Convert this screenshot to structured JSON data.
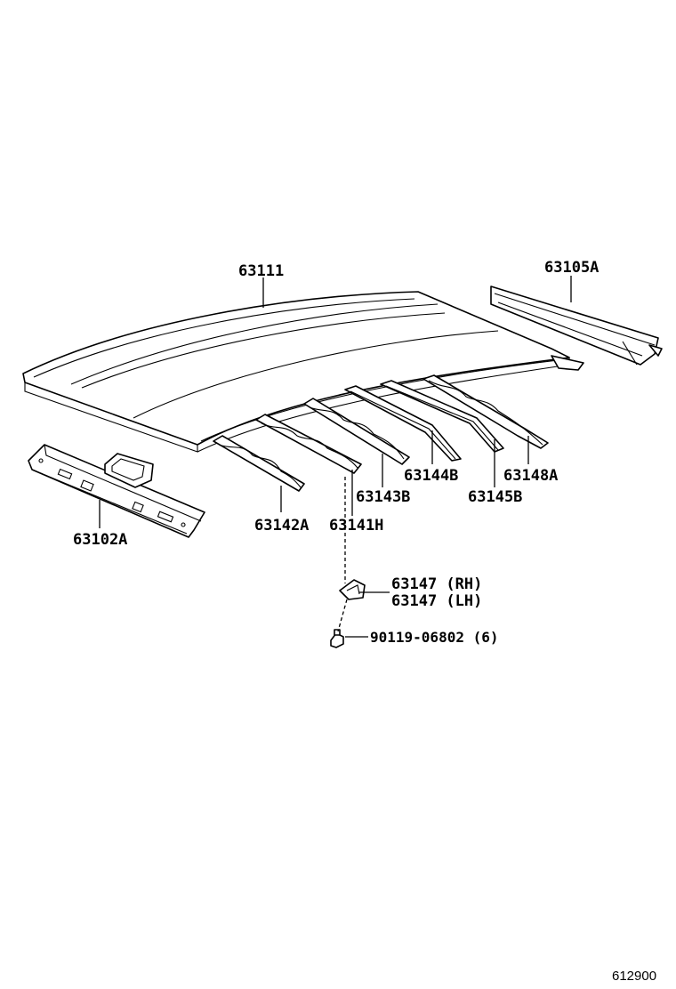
{
  "diagram": {
    "labels": {
      "roof_panel": "63111",
      "front_header": "63105A",
      "rear_header": "63102A",
      "bow_a": "63142A",
      "bow_h": "63141H",
      "bow_b3": "63143B",
      "bow_b4": "63144B",
      "bow_b5": "63145B",
      "bow_a8": "63148A",
      "bracket_rh": "63147 (RH)",
      "bracket_lh": "63147 (LH)",
      "bolt": "90119-06802 (6)"
    },
    "footer_code": "612900"
  }
}
